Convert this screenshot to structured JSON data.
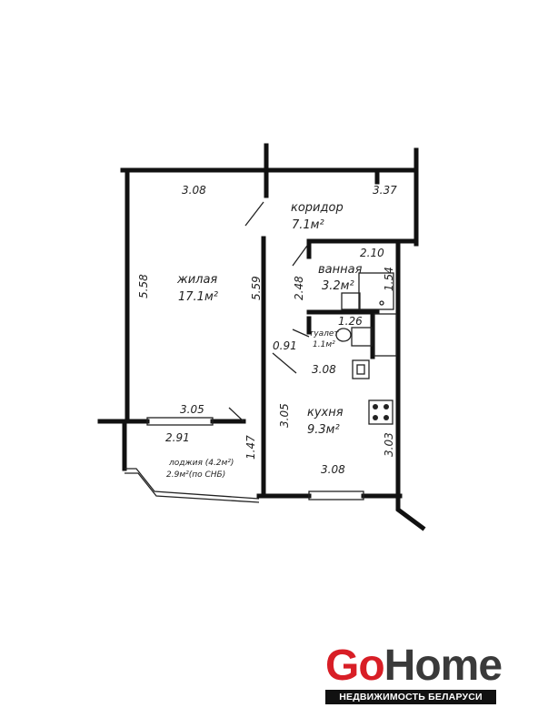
{
  "rooms": {
    "living_name": "жилая",
    "living_area": "17.1м²",
    "corridor_name": "коридор",
    "corridor_area": "7.1м²",
    "bath_name": "ванная",
    "bath_area": "3.2м²",
    "toilet_name": "туалет",
    "toilet_area": "1.1м²",
    "kitchen_name": "кухня",
    "kitchen_area": "9.3м²",
    "loggia_line1": "лоджия (4.2м²)",
    "loggia_line2": "2.9м²(по СНБ)"
  },
  "dimensions": {
    "living_top": "3.08",
    "living_left": "5.58",
    "living_right": "5.59",
    "living_bottom": "3.05",
    "loggia_width": "2.91",
    "loggia_depth": "1.47",
    "corridor_top": "3.37",
    "bath_top": "2.10",
    "bath_right": "1.54",
    "bath_left": "2.48",
    "toilet_width": "1.26",
    "toilet_left": "0.91",
    "kitchen_top": "3.08",
    "kitchen_left": "3.05",
    "kitchen_right": "3.03",
    "kitchen_bottom": "3.08"
  },
  "logo": {
    "go": "Go",
    "home": "Home",
    "subtitle": "НЕДВИЖИМОСТЬ БЕЛАРУСИ"
  },
  "colors": {
    "logo_red": "#d81e26",
    "logo_dark": "#3a3a3a",
    "wall": "#111111"
  }
}
